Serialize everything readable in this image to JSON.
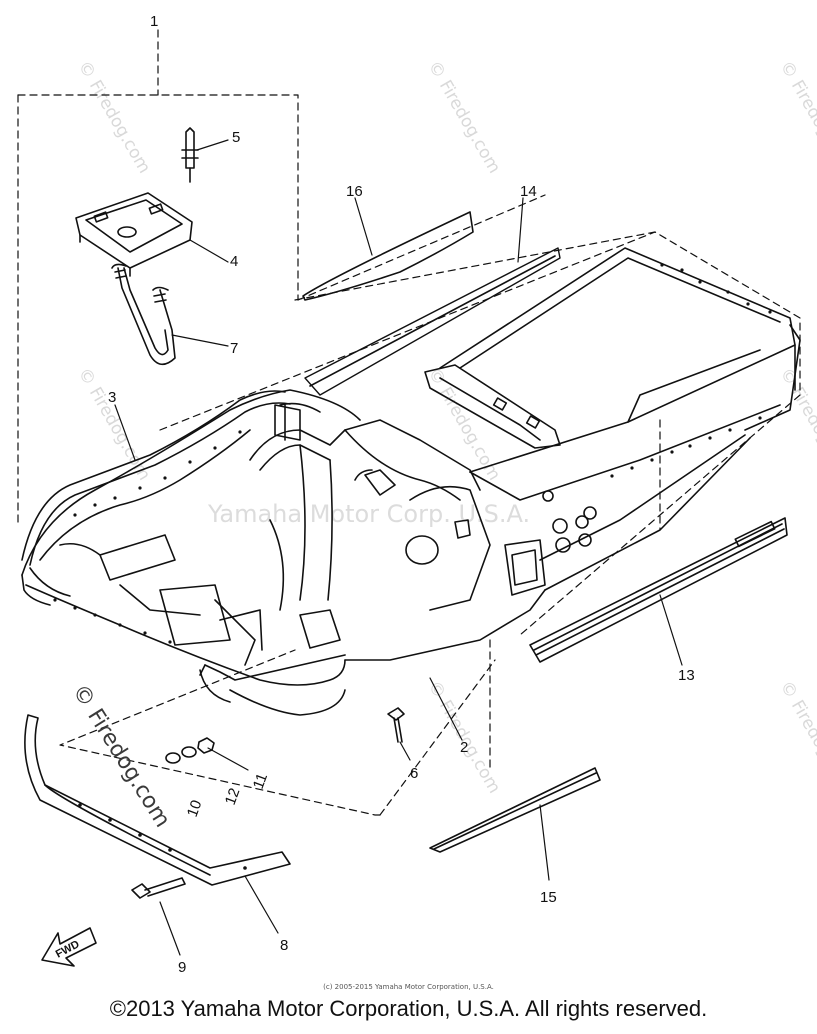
{
  "diagram": {
    "callouts": {
      "c1": "1",
      "c2": "2",
      "c3": "3",
      "c4": "4",
      "c5": "5",
      "c6": "6",
      "c7": "7",
      "c8": "8",
      "c9": "9",
      "c10": "10",
      "c11": "11",
      "c12": "12",
      "c13": "13",
      "c14": "14",
      "c15": "15",
      "c16": "16"
    },
    "fwd_label": "FWD",
    "watermarks": {
      "firedog": "© Firedog.com",
      "yamaha": "Yamaha Motor Corp. U.S.A."
    }
  },
  "footer": {
    "small_copyright": "(c) 2005-2015 Yamaha Motor Corporation, U.S.A.",
    "copyright": "©2013 Yamaha Motor Corporation, U.S.A. All rights reserved."
  },
  "colors": {
    "ink": "#111111",
    "watermark": "#d9d9d9",
    "background": "#ffffff"
  }
}
